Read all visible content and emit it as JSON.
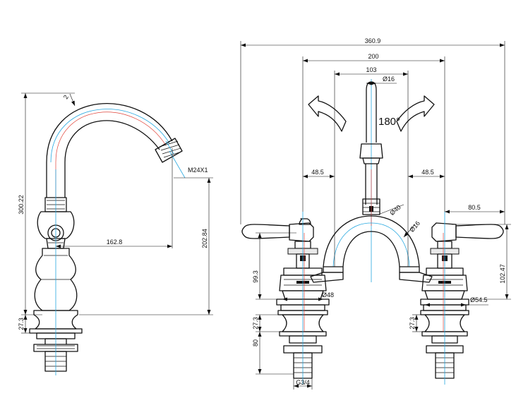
{
  "side_view": {
    "spout_reach": "162.8",
    "spout_height": "202.84",
    "total_height": "300.22",
    "base_height": "27.3",
    "outlet_thread": "M24X1",
    "radius_label": "2"
  },
  "front_view": {
    "overall_width": "360.9",
    "centres": "200",
    "spout_width": "103",
    "spout_diameter": "Ø16",
    "rotation": "180°",
    "left_offset": "48.5",
    "right_offset": "48.5",
    "handle_reach": "80.5",
    "bridge_diameter": "Ø40",
    "bridge_tube_diameter": "Ø16",
    "body_height": "99.3",
    "right_height": "102.47",
    "valve_diameter": "Ø48",
    "flange_diameter": "Ø54.5",
    "left_base_height": "27.3",
    "right_base_height": "27.3",
    "tail_length": "80",
    "tail_thread": "G3/4"
  }
}
